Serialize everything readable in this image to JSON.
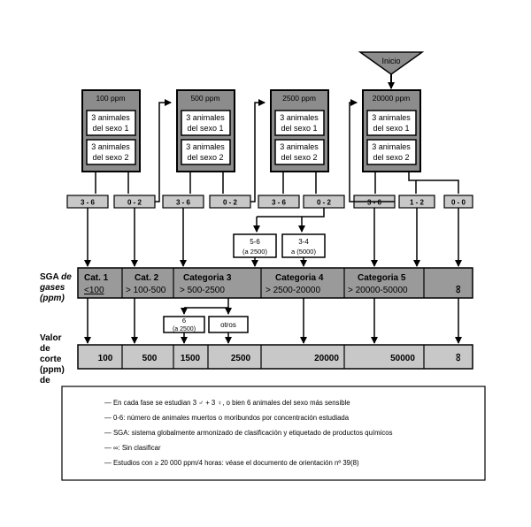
{
  "start": {
    "label": "Inicio"
  },
  "stages": [
    {
      "conc": "100 ppm",
      "box1": [
        "3 animales",
        "del sexo 1"
      ],
      "box2": [
        "3 animales",
        "del sexo 2"
      ]
    },
    {
      "conc": "500 ppm",
      "box1": [
        "3 animales",
        "del sexo 1"
      ],
      "box2": [
        "3 animales",
        "del sexo 2"
      ]
    },
    {
      "conc": "2500 ppm",
      "box1": [
        "3 animales",
        "del sexo 1"
      ],
      "box2": [
        "3 animales",
        "del sexo 2"
      ]
    },
    {
      "conc": "20000 ppm",
      "box1": [
        "3 animales",
        "del sexo 1"
      ],
      "box2": [
        "3 animales",
        "del sexo 2"
      ]
    }
  ],
  "outcomes": [
    "3 - 6",
    "0 - 2",
    "3 - 6",
    "0 - 2",
    "3 - 6",
    "0 - 2",
    "3 - 6",
    "1 - 2",
    "0 - 0"
  ],
  "branch_upper": [
    {
      "l1": "5-6",
      "l2": "(a 2500)"
    },
    {
      "l1": "3-4",
      "l2": "a (5000)"
    }
  ],
  "branch_lower": [
    {
      "l1": "6",
      "l2": "(a 2500)"
    },
    {
      "l1": "otros",
      "l2": ""
    }
  ],
  "sga": {
    "title_a": "SGA",
    "title_b": "de",
    "title_c": "gases",
    "title_d": "(ppm)",
    "categories": [
      {
        "name": "Cat. 1",
        "range": "<100"
      },
      {
        "name": "Cat. 2",
        "range": "> 100-500"
      },
      {
        "name": "Categoria 3",
        "range": "> 500-2500"
      },
      {
        "name": "Categoria 4",
        "range": "> 2500-20000"
      },
      {
        "name": "Categoria 5",
        "range": "> 20000-50000"
      },
      {
        "name": "",
        "range": "∞"
      }
    ]
  },
  "cutoff": {
    "title": [
      "Valor",
      "de",
      "corte",
      "(ppm)",
      "de"
    ],
    "values": [
      "100",
      "500",
      "1500",
      "2500",
      "20000",
      "50000",
      "∞"
    ]
  },
  "notes": [
    "— En cada fase se estudian 3 ♂ + 3 ♀, o bien 6 animales del sexo más sensible",
    "— 0-6: número de animales muertos o moribundos por concentración estudiada",
    "— SGA: sistema globalmente armonizado de clasificación y etiquetado de productos químicos",
    "— ∞: Sin clasificar",
    "— Estudios con ≥ 20 000 ppm/4 horas: véase el documento de orientación nº 39(8)"
  ]
}
